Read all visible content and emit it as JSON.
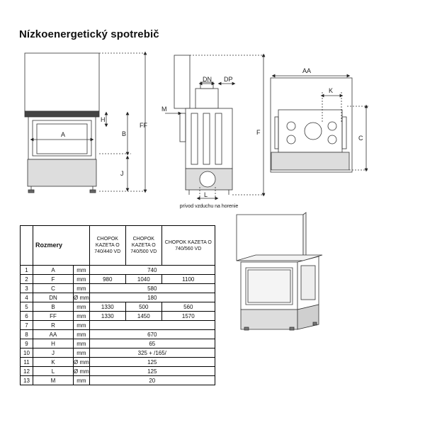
{
  "title": "Nízkoenergetický spotrebič",
  "caption": "prívod vzduchu na horenie",
  "labels": {
    "front": {
      "H": "H",
      "A": "A",
      "B": "B",
      "FF": "FF",
      "J": "J"
    },
    "side": {
      "DN": "DN",
      "DP": "DP",
      "M": "M",
      "F": "F",
      "L": "L"
    },
    "top": {
      "AA": "AA",
      "K": "K",
      "C": "C"
    }
  },
  "table": {
    "header_label": "Rozmery",
    "column_headers": [
      "CHOPOK KAZETA O 740/440 VD",
      "CHOPOK KAZETA O 740/500 VD",
      "CHOPOK  KAZETA O 740/560 VD"
    ],
    "rows": [
      {
        "no": "1",
        "sym": "A",
        "unit": "mm",
        "merged": "740"
      },
      {
        "no": "2",
        "sym": "F",
        "unit": "mm",
        "v1": "980",
        "v2": "1040",
        "v3": "1100"
      },
      {
        "no": "3",
        "sym": "C",
        "unit": "mm",
        "merged": "580"
      },
      {
        "no": "4",
        "sym": "DN",
        "unit": "Ø mm",
        "merged": "180"
      },
      {
        "no": "5",
        "sym": "B",
        "unit": "mm",
        "v1": "1330",
        "v2": "500",
        "v3": "560"
      },
      {
        "no": "6",
        "sym": "FF",
        "unit": "mm",
        "v1": "1330",
        "v2": "1450",
        "v3": "1570"
      },
      {
        "no": "7",
        "sym": "R",
        "unit": "mm",
        "merged": ""
      },
      {
        "no": "8",
        "sym": "AA",
        "unit": "mm",
        "merged": "670"
      },
      {
        "no": "9",
        "sym": "H",
        "unit": "mm",
        "merged": "65"
      },
      {
        "no": "10",
        "sym": "J",
        "unit": "mm",
        "merged": "325 + /165/"
      },
      {
        "no": "11",
        "sym": "K",
        "unit": "Ø mm",
        "merged": "125"
      },
      {
        "no": "12",
        "sym": "L",
        "unit": "Ø mm",
        "merged": "125"
      },
      {
        "no": "13",
        "sym": "M",
        "unit": "mm",
        "merged": "20"
      }
    ]
  }
}
